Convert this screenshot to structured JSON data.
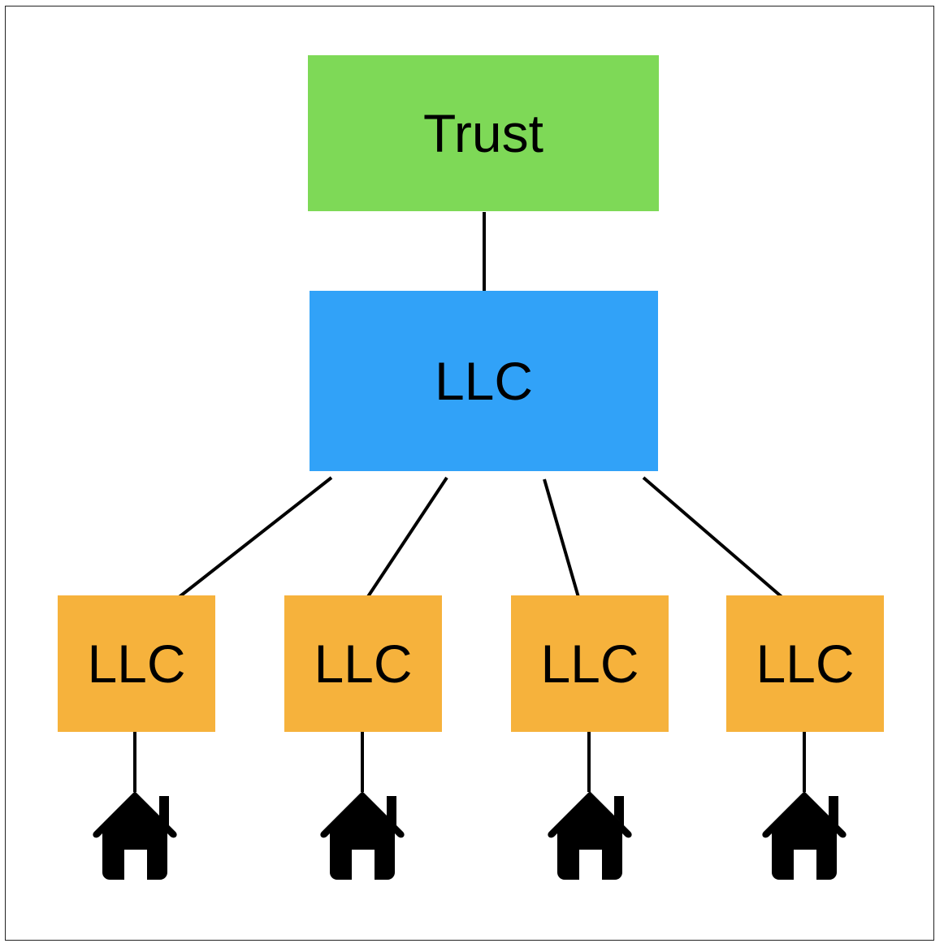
{
  "diagram": {
    "trust": {
      "label": "Trust",
      "color": "#7ed957"
    },
    "parent_llc": {
      "label": "LLC",
      "color": "#31a2f8"
    },
    "child_llcs": [
      {
        "label": "LLC",
        "color": "#f6b23c"
      },
      {
        "label": "LLC",
        "color": "#f6b23c"
      },
      {
        "label": "LLC",
        "color": "#f6b23c"
      },
      {
        "label": "LLC",
        "color": "#f6b23c"
      }
    ],
    "properties": [
      {
        "icon": "house-icon"
      },
      {
        "icon": "house-icon"
      },
      {
        "icon": "house-icon"
      },
      {
        "icon": "house-icon"
      }
    ],
    "connector_color": "#000000"
  }
}
